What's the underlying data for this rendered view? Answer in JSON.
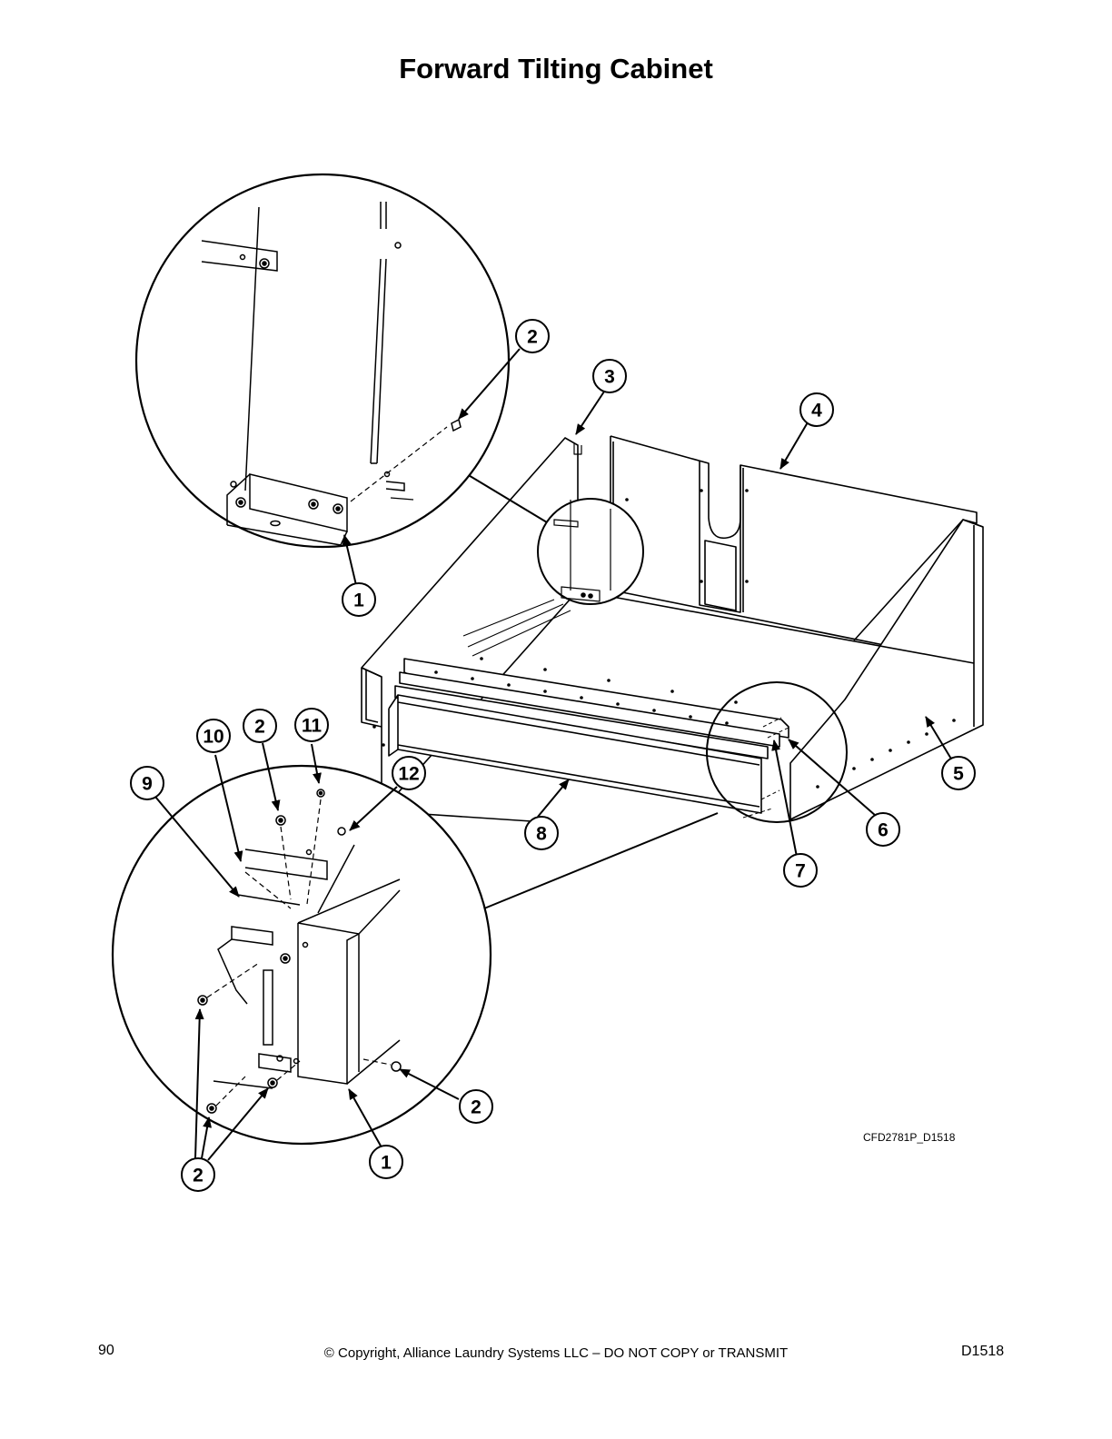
{
  "page": {
    "title": "Forward Tilting Cabinet",
    "drawing_id": "CFD2781P_D1518",
    "page_number": "90",
    "copyright": "© Copyright, Alliance Laundry Systems LLC – DO NOT COPY or TRANSMIT",
    "doc_id": "D1518"
  },
  "callouts": [
    {
      "id": "c-upper-2",
      "label": "2"
    },
    {
      "id": "c-upper-1",
      "label": "1"
    },
    {
      "id": "c-3",
      "label": "3"
    },
    {
      "id": "c-4",
      "label": "4"
    },
    {
      "id": "c-5",
      "label": "5"
    },
    {
      "id": "c-6",
      "label": "6"
    },
    {
      "id": "c-7",
      "label": "7"
    },
    {
      "id": "c-8",
      "label": "8"
    },
    {
      "id": "c-10",
      "label": "10"
    },
    {
      "id": "c-lower-2-top",
      "label": "2"
    },
    {
      "id": "c-11",
      "label": "11"
    },
    {
      "id": "c-12",
      "label": "12"
    },
    {
      "id": "c-9",
      "label": "9"
    },
    {
      "id": "c-lower-2-right",
      "label": "2"
    },
    {
      "id": "c-lower-1",
      "label": "1"
    },
    {
      "id": "c-lower-2-bottom",
      "label": "2"
    }
  ]
}
